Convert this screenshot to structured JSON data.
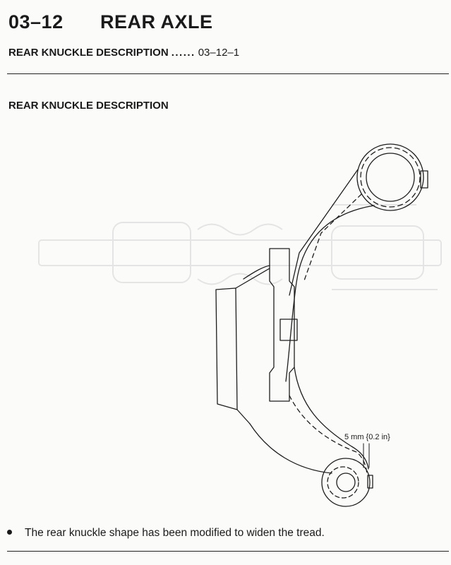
{
  "header": {
    "section_number": "03–12",
    "section_title": "REAR AXLE"
  },
  "toc": {
    "entry_title": "REAR KNUCKLE DESCRIPTION",
    "leader": "......",
    "page_ref": "03–12–1"
  },
  "section": {
    "heading": "REAR KNUCKLE DESCRIPTION"
  },
  "figure": {
    "callout_label": "5 mm {0.2 in}"
  },
  "notes": {
    "bullet_1": "The rear knuckle shape has been modified to widen the tread."
  }
}
